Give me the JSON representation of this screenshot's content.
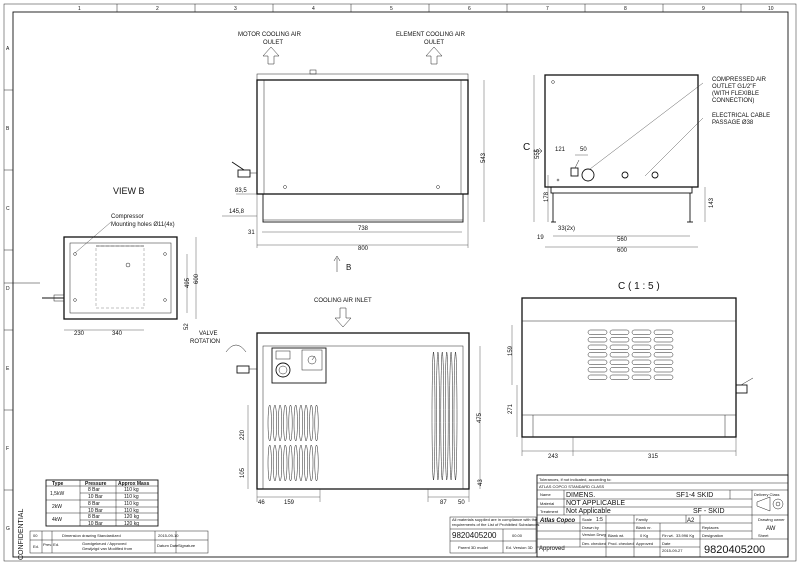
{
  "grid": {
    "cols": [
      "1",
      "2",
      "3",
      "4",
      "5",
      "6",
      "7",
      "8",
      "9",
      "10"
    ],
    "rows": [
      "A",
      "B",
      "C",
      "D",
      "E",
      "F",
      "G"
    ]
  },
  "labels": {
    "motor_outlet": [
      "MOTOR COOLING AIR",
      "OULET"
    ],
    "element_outlet": [
      "ELEMENT COOLING AIR",
      "OULET"
    ],
    "compressed_outlet": [
      "COMPRESSED AIR",
      "OUTLET G1/2\"F",
      "(WITH FLEXIBLE",
      "CONNECTION)"
    ],
    "cable_passage": [
      "ELECTRICAL CABLE",
      "PASSAGE Ø38"
    ],
    "view_b": "VIEW B",
    "mounting_holes": [
      "Compressor",
      "Mounting holes Ø11(4x)"
    ],
    "view_c": "C",
    "arrow_b": "B",
    "cooling_inlet": "COOLING AIR INLET",
    "valve_rotation": [
      "VALVE",
      "ROTATION"
    ],
    "section_c": "C  ( 1 : 5 )",
    "confidential": "CONFIDENTIAL"
  },
  "dims": {
    "d543": "543",
    "d555": "555",
    "d83_5": "83,5",
    "d145_8": "145,8",
    "d31": "31",
    "d738": "738",
    "d800": "800",
    "d121": "121",
    "d50a": "50",
    "d178": "178",
    "d143": "143",
    "d19": "19",
    "d33": "33(2x)",
    "d560": "560",
    "d600a": "600",
    "d495": "495",
    "d600b": "600",
    "d52": "52",
    "d230": "230",
    "d340": "340",
    "d220": "220",
    "d105": "105",
    "d475": "475",
    "d46": "46",
    "d159a": "159",
    "d87": "87",
    "d50b": "50",
    "d43": "43",
    "d159b": "159",
    "d271": "271",
    "d243": "243",
    "d315": "315"
  },
  "mass_table": {
    "headers": [
      "Type",
      "Pressure",
      "Approx Mass"
    ],
    "groups": [
      {
        "type": "1,5kW",
        "rows": [
          [
            "8 Bar",
            "110 kg"
          ],
          [
            "10 Bar",
            "110 kg"
          ]
        ]
      },
      {
        "type": "2kW",
        "rows": [
          [
            "8 Bar",
            "110 kg"
          ],
          [
            "10 Bar",
            "110 kg"
          ]
        ]
      },
      {
        "type": "4kW",
        "rows": [
          [
            "8 Bar",
            "120 kg"
          ],
          [
            "10 Bar",
            "120 kg"
          ]
        ]
      }
    ]
  },
  "revision": {
    "num": "00",
    "desc": "Dimension drawing Standardized",
    "date": "2015-09-10",
    "col_ed": "Ed.",
    "col_prev": "Prev. Ed.",
    "col_approved": "Goedgekeurd / Approved",
    "col_modified": "Gewijzigd van Modified from",
    "col_datum": "Datum Date",
    "col_sign": "Signature"
  },
  "compliance": {
    "text": [
      "All materials supplied are in compliance with the",
      "requirements of the List of Prohibited Substances"
    ],
    "number": "9820405200",
    "ed": "00.00",
    "parent": "Parent 3D model",
    "ed_ver": "Ed.  Version 3D",
    "approved": "Approved"
  },
  "title_block": {
    "tolerances": "Tolerances, if not indicated, according to:",
    "standard": "ATLAS COPCO STANDARD CLASS",
    "name_label": "Name",
    "name": "DIMENS.",
    "product": "SF1-4 SKID",
    "material_label": "Material",
    "material": "NOT APPLICABLE",
    "treatment_label": "Treatment",
    "treatment": "Not Applicable",
    "series": "SF - SKID",
    "brand": "Atlas Copco",
    "scale_label": "Scale",
    "scale": "1:5",
    "family_label": "Family",
    "size": "A2",
    "drawn_label": "Drawn by",
    "blank_label": "Blank nr.",
    "replaces_label": "Replaces",
    "version_label": "Version Drwg",
    "mass": "0  Kg",
    "mass_label": "Blank wt.",
    "fin_label": "Fin wt.",
    "fin": "33.996  Kg",
    "designation_label": "Designation",
    "dev_label": "Dev. checked",
    "prod_label": "Prod. checked",
    "approved_label": "Approved",
    "date_label": "Date",
    "date": "2015-09-27",
    "number": "9820405200",
    "delivery_label": "Delivery Class",
    "drawing_owner_label": "Drawing owner",
    "drawing_owner": "AW",
    "sheet_label": "Sheet"
  }
}
